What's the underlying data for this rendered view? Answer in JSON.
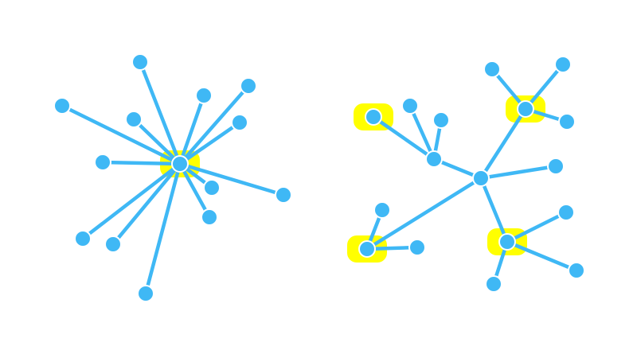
{
  "colors": {
    "node": "#3fb8f5",
    "edge": "#3fb8f5",
    "node_stroke": "#ffffff",
    "highlight": "#ffff00",
    "background": "#ffffff"
  },
  "graphs": [
    {
      "name": "star-graph",
      "nodes": [
        "c",
        "l1",
        "l2",
        "l3",
        "l4",
        "l5",
        "l6",
        "l7",
        "l8",
        "l9",
        "l10",
        "l11",
        "l12",
        "l13"
      ],
      "edges": [
        [
          "c",
          "l1"
        ],
        [
          "c",
          "l2"
        ],
        [
          "c",
          "l3"
        ],
        [
          "c",
          "l4"
        ],
        [
          "c",
          "l5"
        ],
        [
          "c",
          "l6"
        ],
        [
          "c",
          "l7"
        ],
        [
          "c",
          "l8"
        ],
        [
          "c",
          "l9"
        ],
        [
          "c",
          "l10"
        ],
        [
          "c",
          "l11"
        ],
        [
          "c",
          "l12"
        ],
        [
          "c",
          "l13"
        ]
      ],
      "highlighted": [
        "c"
      ]
    },
    {
      "name": "tree-graph",
      "nodes": [
        "A",
        "B",
        "C",
        "D",
        "E",
        "b1",
        "b2",
        "b3",
        "c1",
        "c2",
        "c3",
        "a1",
        "d1",
        "d2",
        "d3",
        "e1",
        "e2"
      ],
      "edges": [
        [
          "A",
          "B"
        ],
        [
          "A",
          "C"
        ],
        [
          "A",
          "D"
        ],
        [
          "A",
          "E"
        ],
        [
          "A",
          "a1"
        ],
        [
          "B",
          "b1"
        ],
        [
          "B",
          "b2"
        ],
        [
          "B",
          "b3"
        ],
        [
          "C",
          "c1"
        ],
        [
          "C",
          "c2"
        ],
        [
          "C",
          "c3"
        ],
        [
          "D",
          "d1"
        ],
        [
          "D",
          "d2"
        ],
        [
          "D",
          "d3"
        ],
        [
          "E",
          "e1"
        ],
        [
          "E",
          "e2"
        ]
      ],
      "highlighted": [
        "b1",
        "C",
        "D",
        "E"
      ]
    }
  ]
}
